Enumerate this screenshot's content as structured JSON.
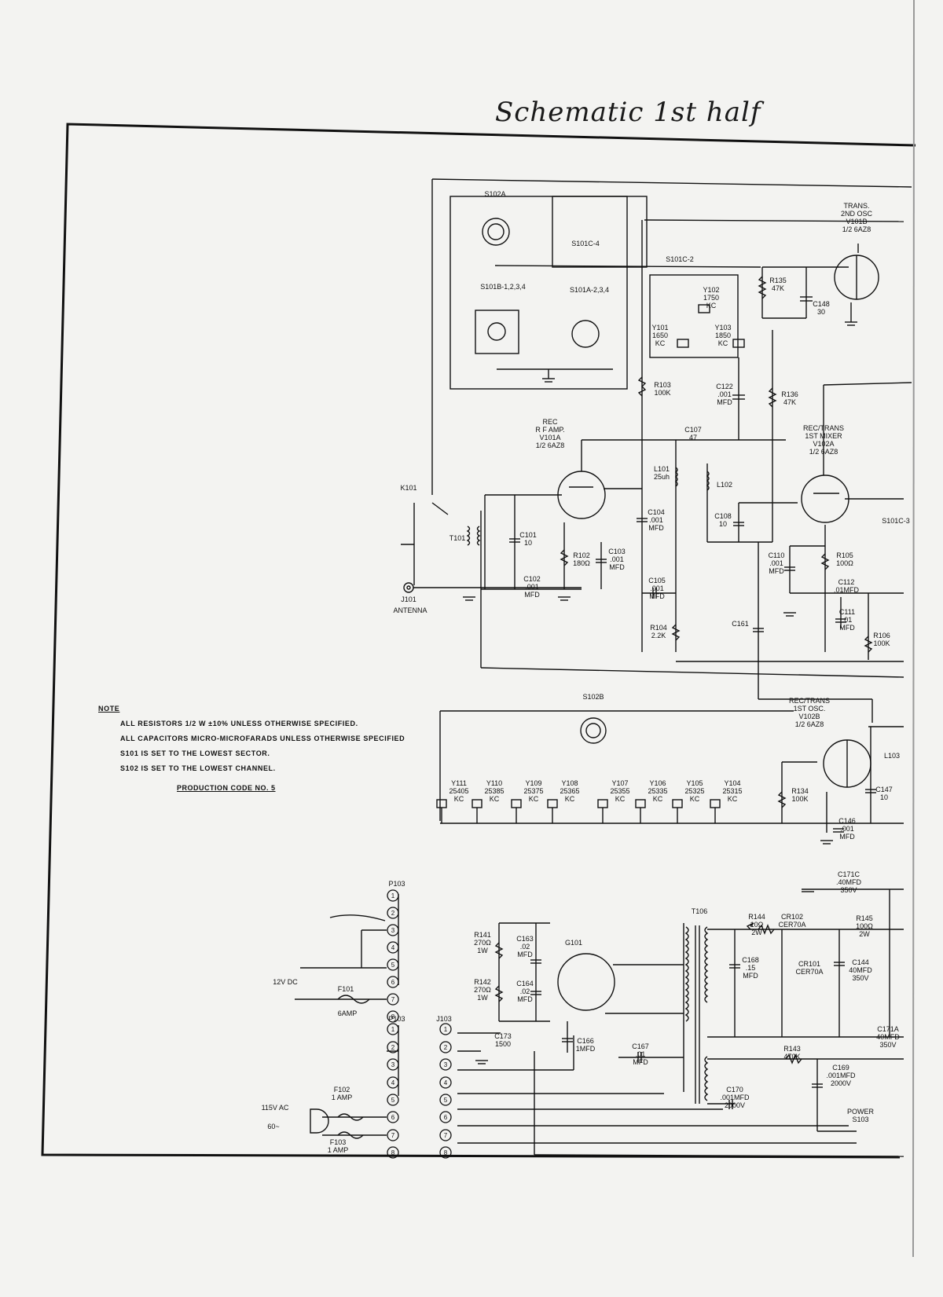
{
  "title": "Schematic 1st half",
  "note": {
    "heading": "NOTE",
    "lines": [
      "ALL RESISTORS 1/2 W ±10% UNLESS OTHERWISE SPECIFIED.",
      "ALL CAPACITORS MICRO-MICROFARADS UNLESS OTHERWISE SPECIFIED",
      "S101 IS SET TO THE LOWEST SECTOR.",
      "S102 IS SET TO THE LOWEST CHANNEL."
    ],
    "production_code": "PRODUCTION CODE NO. 5"
  },
  "tubes": [
    {
      "id": "rf",
      "lines": [
        "REC",
        "R F AMP.",
        "V101A",
        "1/2 6AZ8"
      ]
    },
    {
      "id": "osc2",
      "lines": [
        "TRANS.",
        "2ND OSC",
        "V101B",
        "1/2 6AZ8"
      ]
    },
    {
      "id": "mix",
      "lines": [
        "REC/TRANS",
        "1ST MIXER",
        "V102A",
        "1/2 6AZ8"
      ]
    },
    {
      "id": "osc1",
      "lines": [
        "REC/TRANS",
        "1ST OSC.",
        "V102B",
        "1/2 6AZ8"
      ]
    }
  ],
  "switches": [
    "S102A",
    "S101C-4",
    "S101B-1,2,3,4",
    "S101A-2,3,4",
    "S101C-2",
    "S102B",
    "S101C-3"
  ],
  "crystals_top": [
    {
      "id": "Y101",
      "freq": "1650",
      "unit": "KC"
    },
    {
      "id": "Y102",
      "freq": "1750",
      "unit": "KC"
    },
    {
      "id": "Y103",
      "freq": "1850",
      "unit": "KC"
    }
  ],
  "crystals_bottom": [
    {
      "id": "Y111",
      "freq": "25405",
      "unit": "KC"
    },
    {
      "id": "Y110",
      "freq": "25385",
      "unit": "KC"
    },
    {
      "id": "Y109",
      "freq": "25375",
      "unit": "KC"
    },
    {
      "id": "Y108",
      "freq": "25365",
      "unit": "KC"
    },
    {
      "id": "Y107",
      "freq": "25355",
      "unit": "KC"
    },
    {
      "id": "Y106",
      "freq": "25335",
      "unit": "KC"
    },
    {
      "id": "Y105",
      "freq": "25325",
      "unit": "KC"
    },
    {
      "id": "Y104",
      "freq": "25315",
      "unit": "KC"
    }
  ],
  "components": [
    {
      "id": "R135",
      "val": "47K"
    },
    {
      "id": "C148",
      "val": "30"
    },
    {
      "id": "R103",
      "val": "100K"
    },
    {
      "id": "C122",
      "val": ".001 MFD"
    },
    {
      "id": "R136",
      "val": "47K"
    },
    {
      "id": "C107",
      "val": "47"
    },
    {
      "id": "L101",
      "val": "25uh"
    },
    {
      "id": "L102",
      "val": ""
    },
    {
      "id": "C104",
      "val": ".001 MFD"
    },
    {
      "id": "C108",
      "val": "10"
    },
    {
      "id": "C101",
      "val": "10"
    },
    {
      "id": "R102",
      "val": "180Ω"
    },
    {
      "id": "C103",
      "val": ".001 MFD"
    },
    {
      "id": "C102",
      "val": ".001 MFD"
    },
    {
      "id": "C105",
      "val": ".001 MFD"
    },
    {
      "id": "R104",
      "val": "2.2K"
    },
    {
      "id": "C161",
      "val": ""
    },
    {
      "id": "C110",
      "val": ".001 MFD"
    },
    {
      "id": "R105",
      "val": "100Ω"
    },
    {
      "id": "C112",
      "val": ".01MFD"
    },
    {
      "id": "C111",
      "val": ".01 MFD"
    },
    {
      "id": "R106",
      "val": "100K"
    },
    {
      "id": "R134",
      "val": "100K"
    },
    {
      "id": "C146",
      "val": ".001 MFD"
    },
    {
      "id": "C147",
      "val": "10"
    },
    {
      "id": "L103",
      "val": ""
    }
  ],
  "antenna": {
    "k": "K101",
    "t": "T101",
    "j": "J101",
    "label": "ANTENNA"
  },
  "power": {
    "plug1": "P103",
    "plug2": "P103",
    "jack": "J103",
    "dc": "12V DC",
    "ac": "115V AC",
    "hz": "60~",
    "f101": "F101",
    "f101v": "6AMP",
    "f102": "F102",
    "f102v": "1 AMP",
    "f103": "F103",
    "f103v": "1 AMP",
    "r141": [
      "R141",
      "270Ω",
      "1W"
    ],
    "r142": [
      "R142",
      "270Ω",
      "1W"
    ],
    "c163": [
      "C163",
      ".02",
      "MFD"
    ],
    "c164": [
      "C164",
      ".02",
      "MFD"
    ],
    "g101": "G101",
    "c166": [
      "C166",
      "1MFD"
    ],
    "c167": [
      "C167",
      ".01",
      "MFD"
    ],
    "c173": [
      "C173",
      "1500"
    ],
    "t106": "T106",
    "r144": [
      "R144",
      "10Ω",
      "2W"
    ],
    "cr102": [
      "CR102",
      "CER70A"
    ],
    "r145": [
      "R145",
      "100Ω",
      "2W"
    ],
    "c168": [
      "C168",
      ".15",
      "MFD"
    ],
    "cr101": [
      "CR101",
      "CER70A"
    ],
    "c144": [
      "C144",
      "40MFD",
      "350V"
    ],
    "c171c": [
      "C171C",
      ".40MFD",
      "350V"
    ],
    "c171a": [
      "C171A",
      "40MFD",
      "350V"
    ],
    "r143": [
      "R143",
      "470K"
    ],
    "c169": [
      "C169",
      ".001MFD",
      "2000V"
    ],
    "c170": [
      "C170",
      ".001MFD",
      "2000V"
    ],
    "s103": [
      "POWER",
      "S103"
    ]
  }
}
